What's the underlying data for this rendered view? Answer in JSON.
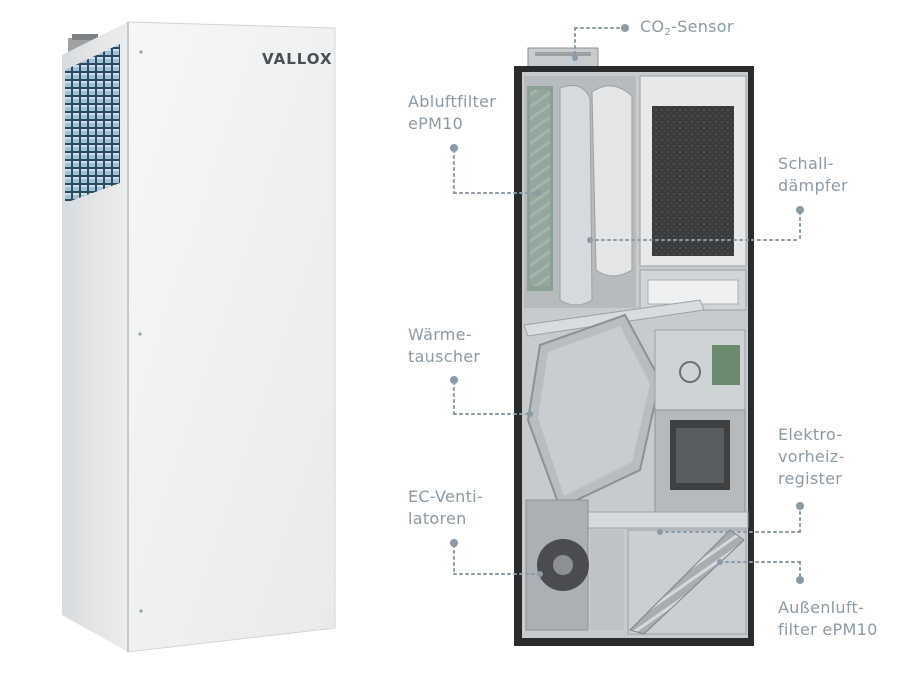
{
  "brand": {
    "logo_text": "VALLOX"
  },
  "callouts": {
    "co2_prefix": "CO",
    "co2_sub": "2",
    "co2_suffix": "-Sensor",
    "abluftfilter_line1": "Abluftfilter",
    "abluftfilter_line2": "ePM10",
    "schall_line1": "Schall-",
    "schall_line2": "dämpfer",
    "waerme_line1": "Wärme-",
    "waerme_line2": "tauscher",
    "elektro_line1": "Elektro-",
    "elektro_line2": "vorheiz-",
    "elektro_line3": "register",
    "ec_line1": "EC-Venti-",
    "ec_line2": "latoren",
    "aussen_line1": "Außenluft-",
    "aussen_line2": "filter ePM10"
  },
  "colors": {
    "label": "#8a9aa6",
    "leader": "#8a9aa6",
    "cabinet": "#eceeef",
    "grille": "#8fb3c8"
  }
}
